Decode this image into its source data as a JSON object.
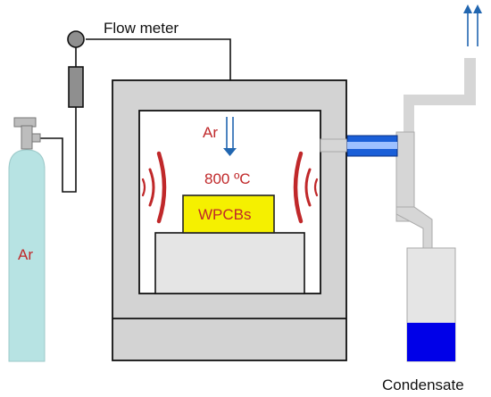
{
  "labels": {
    "flow_meter": "Flow meter",
    "ar_cylinder": "Ar",
    "ar_inlet": "Ar",
    "temperature": "800 ºC",
    "sample": "WPCBs",
    "condensate": "Condensate"
  },
  "colors": {
    "furnace_outer": "#d3d3d3",
    "furnace_inner": "#ffffff",
    "outline": "#111111",
    "cylinder": "#b7e3e3",
    "cylinder_valve": "#bdbdbd",
    "flow_meter_body": "#8f8f8f",
    "heater_waves": "#c0282a",
    "gas_arrow": "#2166b0",
    "sample": "#f5f000",
    "sample_border": "#222222",
    "connector_tube": "#1a5fd8",
    "pipe": "#d6d6d6",
    "condensate_liquid": "#0000e8",
    "text_red": "#c0282a"
  },
  "icons": {
    "heater_left": "heat-wave-left-icon",
    "heater_right": "heat-wave-right-icon",
    "gas_flow": "down-arrow-icon",
    "exhaust": "up-arrow-icon",
    "cylinder": "gas-cylinder-icon",
    "flow_meter": "flow-meter-icon"
  },
  "condensate_fill_fraction": 0.34
}
